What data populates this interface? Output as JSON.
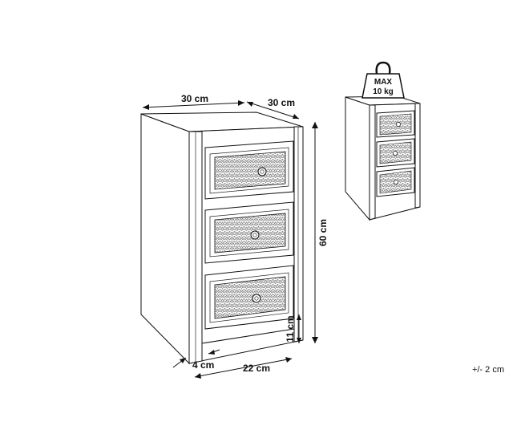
{
  "dimensions": {
    "width_top": "30 cm",
    "depth_top": "30 cm",
    "height": "60 cm",
    "width_bottom": "22 cm",
    "leg_offset": "4 cm",
    "base_height": "11 cm"
  },
  "load": {
    "line1": "MAX",
    "line2": "10 kg"
  },
  "tolerance": "+/- 2 cm"
}
